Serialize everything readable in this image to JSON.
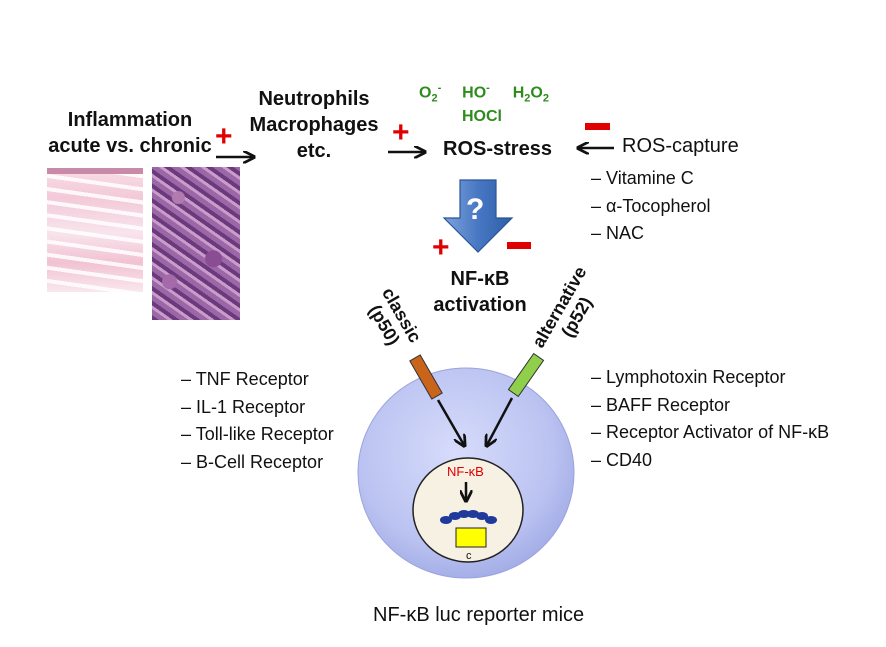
{
  "inflammation": {
    "line1": "Inflammation",
    "line2": "acute vs. chronic"
  },
  "cells": {
    "line1": "Neutrophils",
    "line2": "Macrophages",
    "line3": "etc."
  },
  "ros_species": {
    "o2": "O",
    "o2_sub": "2",
    "o2_sup": "-",
    "ho": "HO",
    "ho_sup": "-",
    "h2o2_a": "H",
    "h2o2_sub1": "2",
    "h2o2_b": "O",
    "h2o2_sub2": "2",
    "hocl": "HOCl"
  },
  "ros_stress": "ROS-stress",
  "ros_capture": {
    "title": "ROS-capture",
    "items": [
      "Vitamine C",
      "α-Tocopherol",
      "NAC"
    ]
  },
  "question_mark": "?",
  "nfkb_activation": {
    "line1": "NF-κB",
    "line2": "activation"
  },
  "pathway_classic": {
    "line1": "classic",
    "line2": "(p50)"
  },
  "pathway_alternative": {
    "line1": "alternative",
    "line2": "(p52)"
  },
  "classic_receptors": [
    "TNF Receptor",
    "IL-1 Receptor",
    "Toll-like Receptor",
    "B-Cell Receptor"
  ],
  "alternative_receptors": [
    "Lymphotoxin Receptor",
    "BAFF Receptor",
    "Receptor Activator of NF-κB",
    "CD40"
  ],
  "nucleus_label": "NF-κB",
  "reporter_letter": "c",
  "caption": "NF-κB luc reporter mice",
  "signs": {
    "plus": "+"
  },
  "colors": {
    "plus_sign": "#e00000",
    "minus_sign": "#e00000",
    "ros_species": "#2e8b1e",
    "cell": "#b7bff0",
    "nucleus": "#f7f1e4",
    "arrow_blue": "#3f6fb5",
    "classic_bar": "#c8651b",
    "alternative_bar": "#8fcf4b",
    "dna": "#1f3a9a",
    "luc_box": "#ffff00"
  }
}
